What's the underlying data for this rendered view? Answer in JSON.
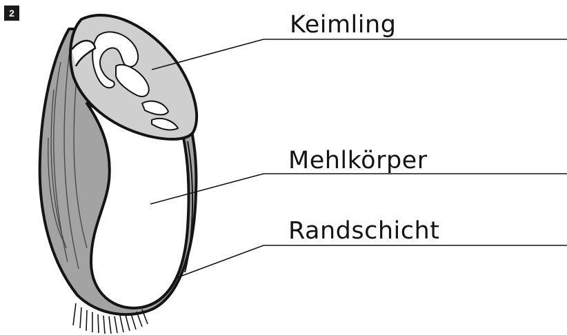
{
  "figure_number": "2",
  "labels": {
    "keimling": "Keimling",
    "mehlkoerper": "Mehlkörper",
    "randschicht": "Randschicht"
  },
  "colors": {
    "outline": "#141414",
    "shell_gray": "#a3a3a3",
    "germ_gray": "#cfcfcf",
    "endosperm": "#ffffff",
    "badge": "#1a1a1a"
  }
}
